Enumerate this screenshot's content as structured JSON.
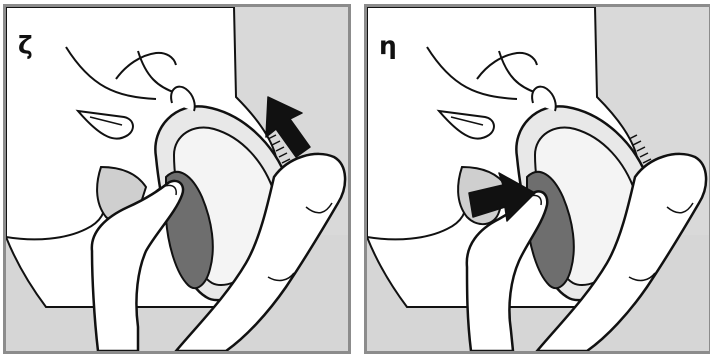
{
  "panels": [
    {
      "id": "zeta",
      "label": "ζ",
      "arrow": "push-up-at-back-edge"
    },
    {
      "id": "eta",
      "label": "η",
      "arrow": "push-in-toward-ear"
    }
  ],
  "colors": {
    "panel_border": "#8c8c8c",
    "background_gray": "#d6d6d6",
    "device_shell": "#e8e8e8",
    "device_opening": "#6e6e6e",
    "outline": "#111111",
    "arrow": "#111111"
  }
}
